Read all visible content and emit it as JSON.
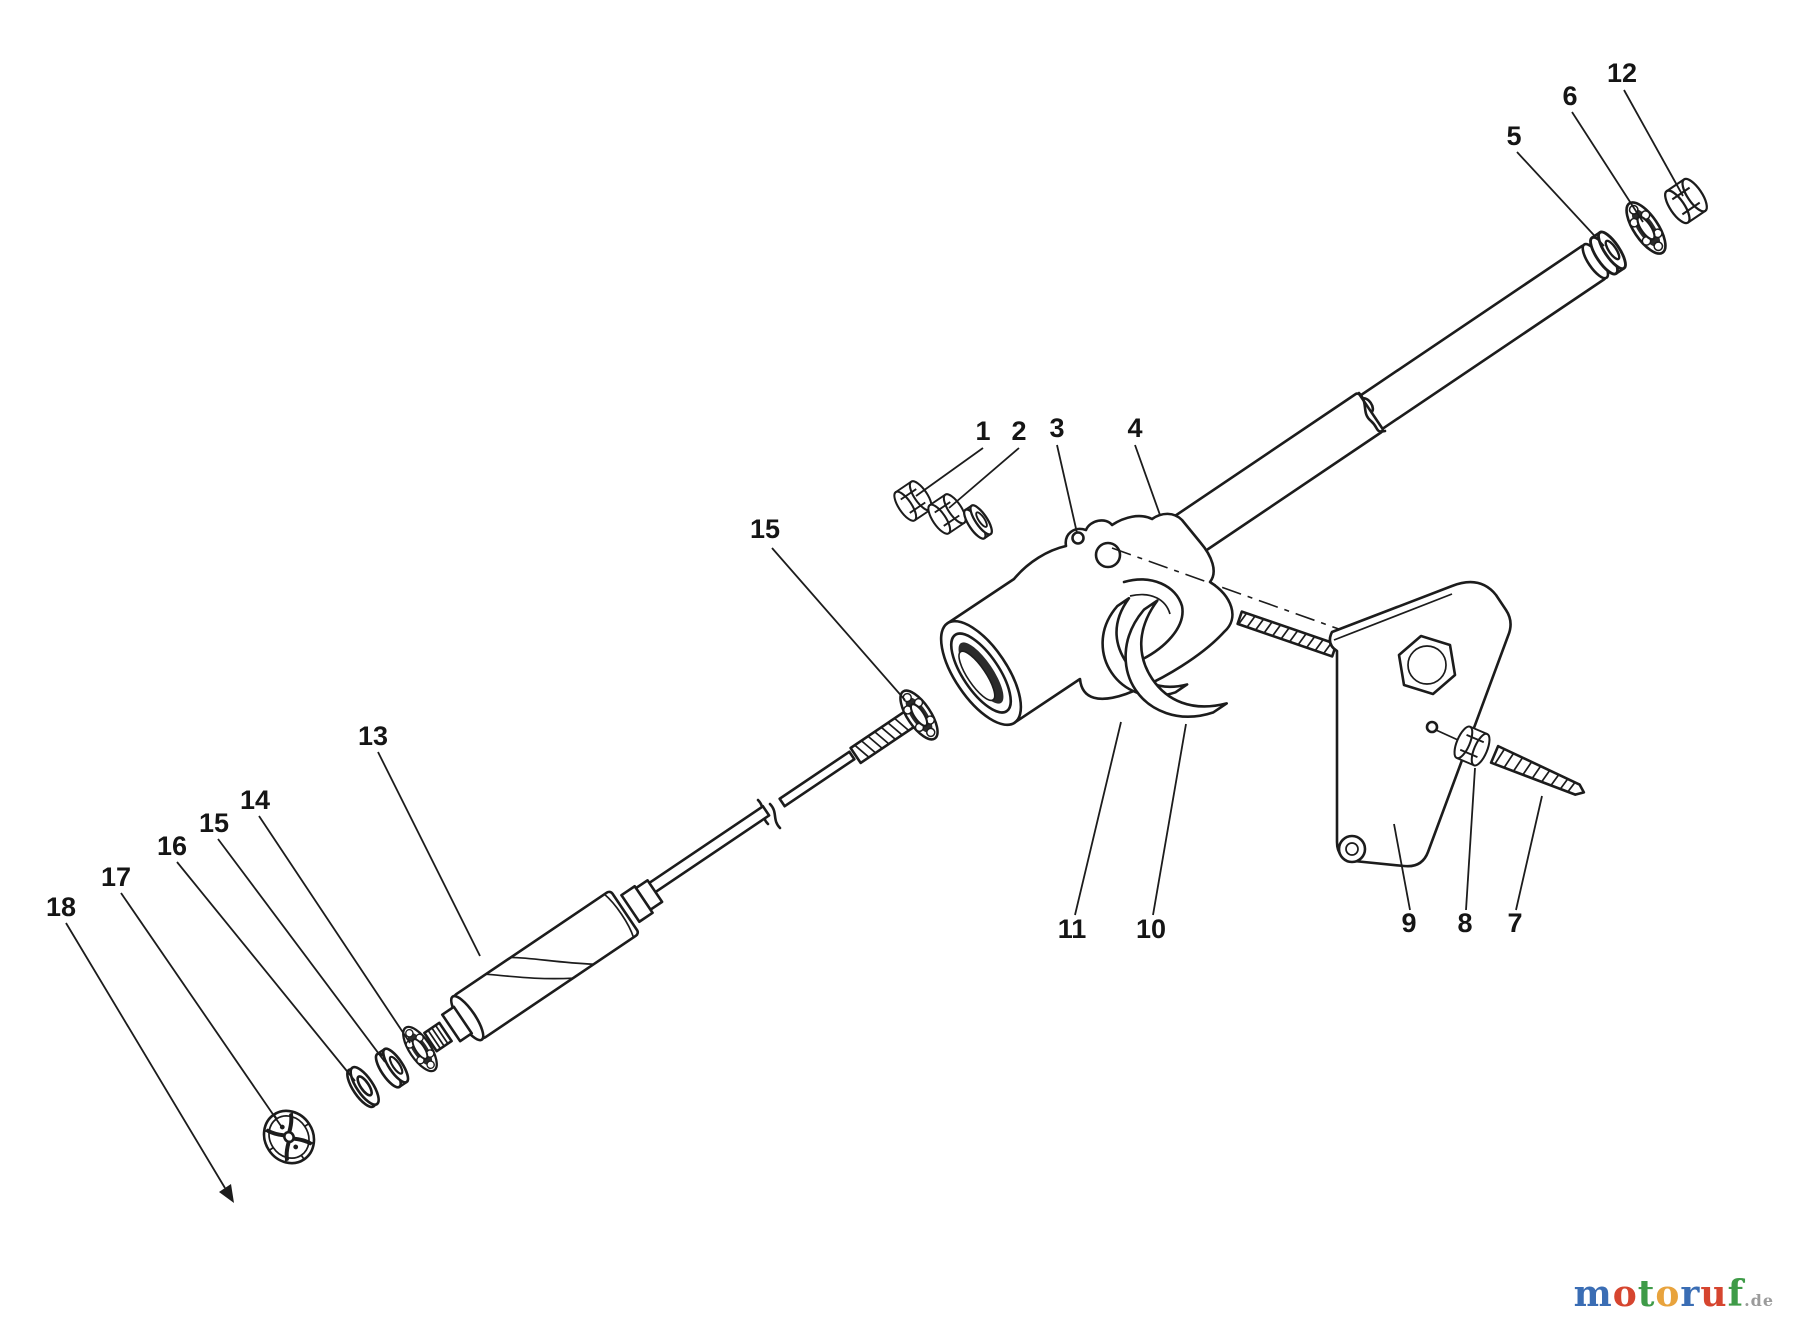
{
  "diagram": {
    "type": "exploded-parts-diagram",
    "callouts": {
      "c1": {
        "label": "1"
      },
      "c2": {
        "label": "2"
      },
      "c3": {
        "label": "3"
      },
      "c4": {
        "label": "4"
      },
      "c5": {
        "label": "5"
      },
      "c6": {
        "label": "6"
      },
      "c7": {
        "label": "7"
      },
      "c8": {
        "label": "8"
      },
      "c9": {
        "label": "9"
      },
      "c10": {
        "label": "10"
      },
      "c11": {
        "label": "11"
      },
      "c12": {
        "label": "12"
      },
      "c13": {
        "label": "13"
      },
      "c14": {
        "label": "14"
      },
      "c15_upper": {
        "label": "15"
      },
      "c15_lower": {
        "label": "15"
      },
      "c16": {
        "label": "16"
      },
      "c17": {
        "label": "17"
      },
      "c18": {
        "label": "18"
      }
    }
  },
  "watermark": {
    "letters": [
      {
        "char": "m",
        "color": "#3a6db4"
      },
      {
        "char": "o",
        "color": "#d6452f"
      },
      {
        "char": "t",
        "color": "#3f9b48"
      },
      {
        "char": "o",
        "color": "#e8a33d"
      },
      {
        "char": "r",
        "color": "#3a6db4"
      },
      {
        "char": "u",
        "color": "#d6452f"
      },
      {
        "char": "f",
        "color": "#3f9b48"
      }
    ],
    "suffix": ".de",
    "suffix_color": "#9b9b9b"
  },
  "colors": {
    "ink": "#1c1c1c",
    "background": "#ffffff"
  }
}
